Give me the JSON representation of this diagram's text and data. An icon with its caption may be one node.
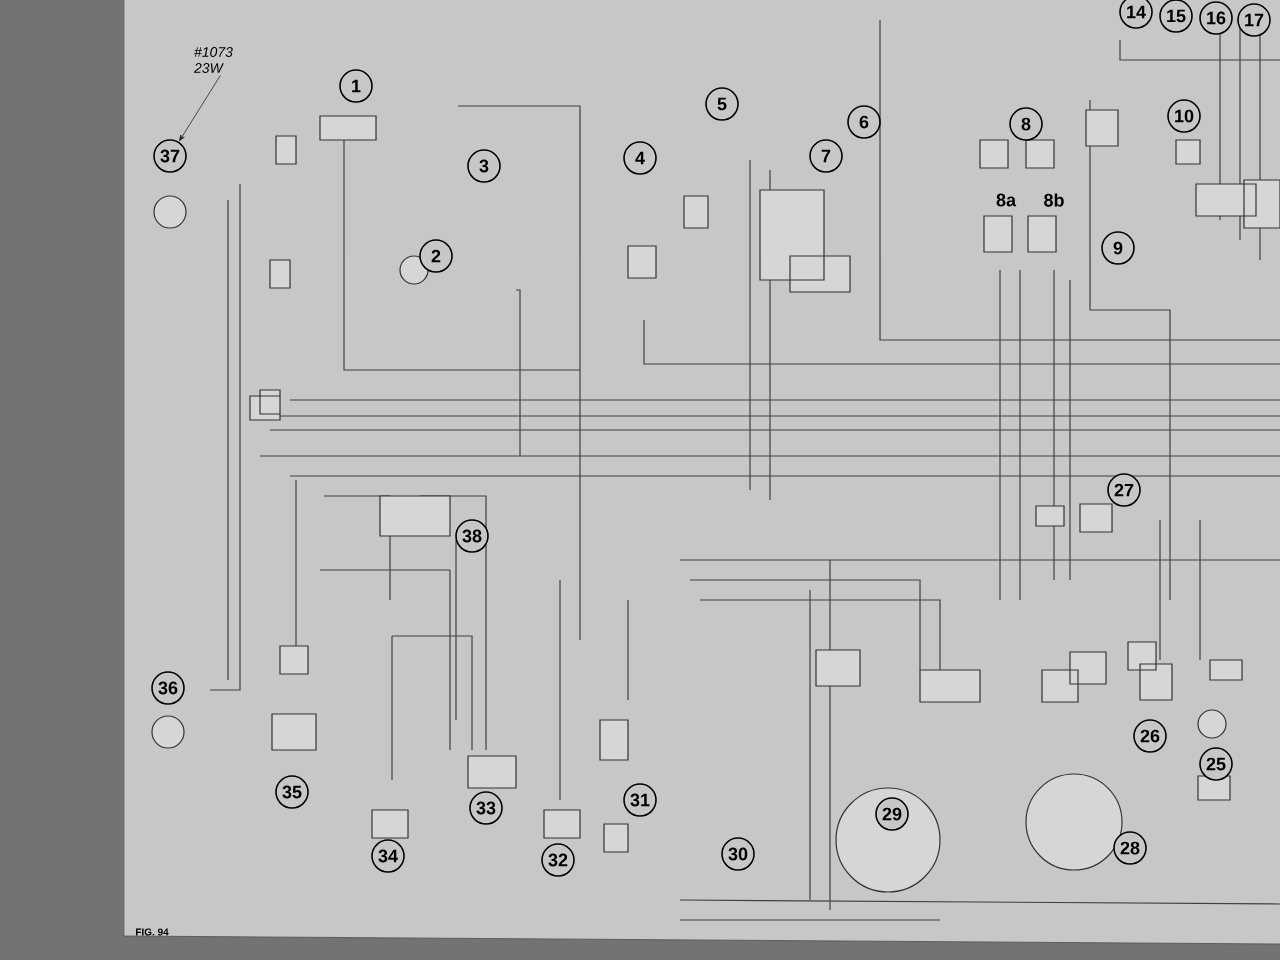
{
  "diagram": {
    "nodes": [
      {
        "text": [
          "14"
        ]
      },
      {
        "text": [
          "15"
        ]
      },
      {
        "text": [
          "16"
        ]
      },
      {
        "text": [
          "17"
        ]
      },
      {
        "text": [
          "#1073 23W"
        ]
      },
      {
        "text": [
          "1"
        ]
      },
      {
        "text": [
          "5"
        ]
      },
      {
        "text": [
          "6"
        ]
      },
      {
        "text": [
          "8"
        ]
      },
      {
        "text": [
          "10"
        ]
      },
      {
        "text": [
          "37"
        ]
      },
      {
        "text": [
          "3"
        ]
      },
      {
        "text": [
          "4"
        ]
      },
      {
        "text": [
          "7"
        ]
      },
      {
        "text": [
          "2"
        ]
      },
      {
        "text": [
          "9"
        ]
      },
      {
        "text": [
          "27"
        ]
      },
      {
        "text": [
          "38"
        ]
      },
      {
        "text": [
          "36"
        ]
      },
      {
        "text": [
          "26"
        ]
      },
      {
        "text": [
          "25"
        ]
      },
      {
        "text": [
          "35"
        ]
      },
      {
        "text": [
          "33"
        ]
      },
      {
        "text": [
          "31"
        ]
      },
      {
        "text": [
          "29"
        ]
      },
      {
        "text": [
          "34"
        ]
      },
      {
        "text": [
          "32"
        ]
      },
      {
        "text": [
          "30"
        ]
      },
      {
        "text": [
          "28"
        ]
      }
    ],
    "edges": [
      {
        "from": 4,
        "to": 10,
        "arrow": "to"
      }
    ],
    "labels": [
      "8a",
      "8b",
      "FIG. 94"
    ]
  }
}
